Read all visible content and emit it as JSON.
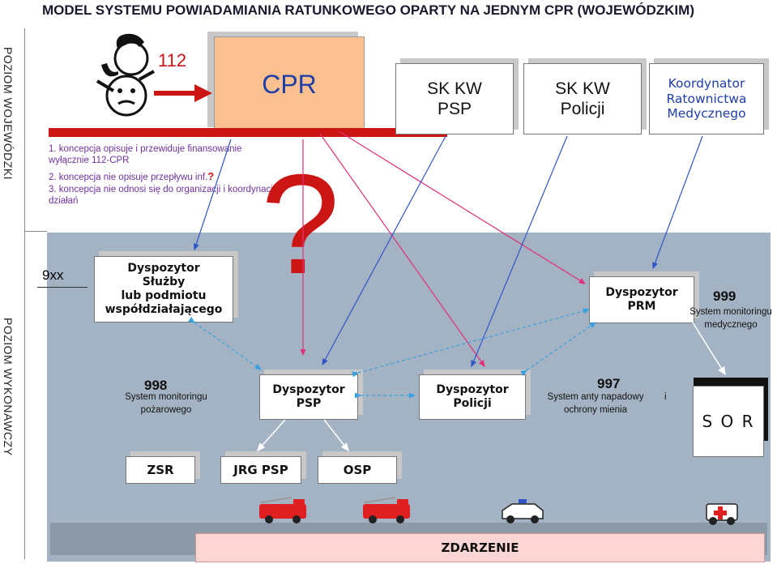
{
  "title": "MODEL SYSTEMU POWIADAMIANIA RATUNKOWEGO OPARTY NA JEDNYM CPR (WOJEWÓDZKIM)",
  "levels": {
    "top": "POZIOM WOJEWÓDZKI",
    "bottom": "POZIOM WYKONAWCZY"
  },
  "top": {
    "number_112": "112",
    "cpr": "CPR",
    "sk_kw_psp_line1": "SK KW",
    "sk_kw_psp_line2": "PSP",
    "sk_kw_policji_line1": "SK KW",
    "sk_kw_policji_line2": "Policji",
    "koordynator_line1": "Koordynator",
    "koordynator_line2": "Ratownictwa",
    "koordynator_line3": "Medycznego",
    "question_mark": "?"
  },
  "concepts": {
    "c1_line1": "1. koncepcja opisuje i przewiduje finansowanie",
    "c1_line2": "wyłącznie 112-CPR",
    "c2": "2. koncepcja nie opisuje przepływu inf.",
    "c2_mark": "?",
    "c3_line1": "3. koncepcja nie odnosi się do organizacji i koordynacji",
    "c3_line2": "działań"
  },
  "bottom": {
    "code_9xx": "9xx",
    "sluzby_line1": "Dyspozytor",
    "sluzby_line2": "Służby",
    "sluzby_line3": "lub podmiotu",
    "sluzby_line4": "współdziałającego",
    "prm_line1": "Dyspozytor",
    "prm_line2": "PRM",
    "code_999": "999",
    "text_999_line1": "System monitoringu",
    "text_999_line2": "medycznego",
    "code_998": "998",
    "text_998_line1": "System monitoringu",
    "text_998_line2": "pożarowego",
    "psp_line1": "Dyspozytor",
    "psp_line2": "PSP",
    "policji_line1": "Dyspozytor",
    "policji_line2": "Policji",
    "code_997": "997",
    "text_997_line1": "System anty napadowy",
    "text_997_line2": "ochrony mienia",
    "stray_i": "i",
    "sor": "S O R",
    "zsr": "ZSR",
    "jrg": "JRG PSP",
    "osp": "OSP",
    "zdarzenie": "ZDARZENIE"
  },
  "colors": {
    "red": "#cc1515",
    "arrow_blue": "#2f55c8",
    "arrow_pink": "#e0307a",
    "arrow_dashed": "#3aa0e0",
    "band": "#a3b3c3",
    "cpr_fill": "#fac090",
    "zdarzenie_fill": "#fcd5d5"
  }
}
